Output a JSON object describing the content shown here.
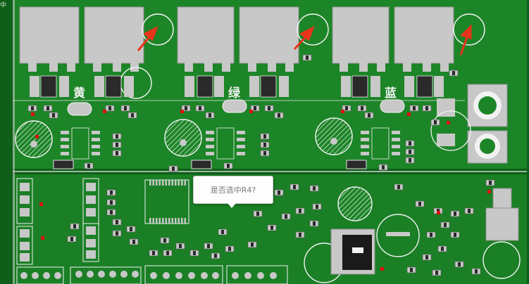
{
  "corner_label": "中",
  "silk_labels": {
    "yellow": "黄",
    "green": "绿",
    "blue": "蓝"
  },
  "tooltip": {
    "text": "是否选中R4?"
  },
  "colors": {
    "board": "#0f5e19",
    "copper": "#1f8a2a",
    "copper_dark": "#136e1f",
    "pad": "#c8c8c8",
    "silkscreen": "#f2f2f2",
    "arrow": "#e8341c",
    "component_body": "#2a2a2a",
    "marker_red": "#e01010"
  },
  "icons": {
    "annotation": "red-arrow-icon"
  }
}
